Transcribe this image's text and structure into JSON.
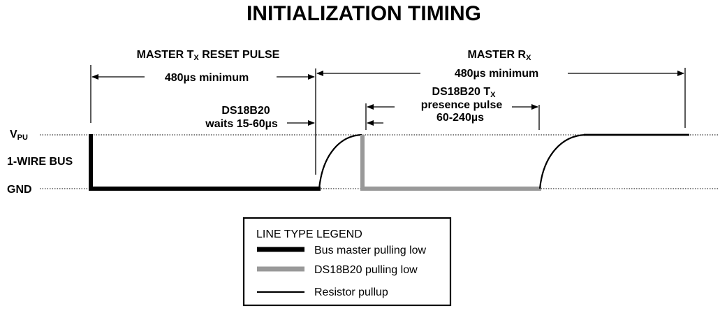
{
  "title": "INITIALIZATION TIMING",
  "levels": {
    "vpu_main": "V",
    "vpu_sub": "PU",
    "bus": "1-WIRE BUS",
    "gnd": "GND"
  },
  "annotations": {
    "reset_pulse": {
      "main": "MASTER T",
      "sub": "X",
      "rest": " RESET PULSE"
    },
    "reset_min": "480µs minimum",
    "master_rx": {
      "main": "MASTER R",
      "sub": "X"
    },
    "rx_min": "480µs minimum",
    "ds_waits_line1": "DS18B20",
    "ds_waits_line2": "waits 15-60µs",
    "presence_line1": {
      "main": "DS18B20 T",
      "sub": "X"
    },
    "presence_line2": "presence pulse",
    "presence_line3": "60-240µs"
  },
  "legend": {
    "title": "LINE TYPE LEGEND",
    "items": [
      {
        "label": "Bus master pulling low",
        "color": "#000000",
        "style": "thick"
      },
      {
        "label": "DS18B20 pulling low",
        "color": "#999999",
        "style": "thick"
      },
      {
        "label": "Resistor pullup",
        "color": "#000000",
        "style": "thin"
      }
    ]
  },
  "timing": {
    "reset_pulse_min_us": 480,
    "master_rx_min_us": 480,
    "ds18b20_wait_us": [
      15,
      60
    ],
    "presence_pulse_us": [
      60,
      240
    ]
  }
}
